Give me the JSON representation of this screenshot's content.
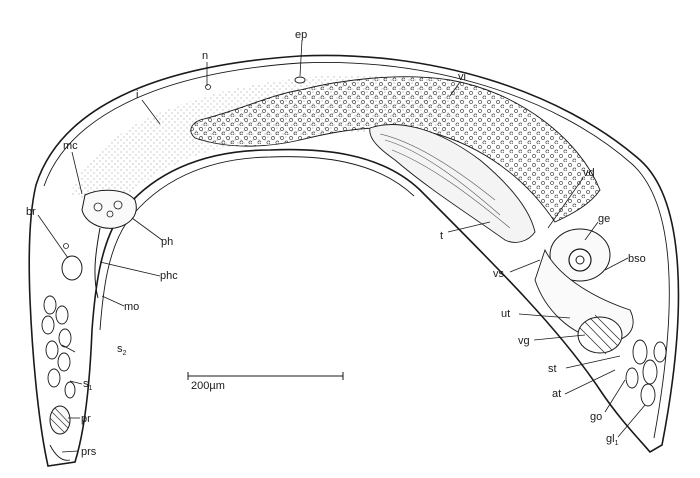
{
  "figure": {
    "scale_bar_label": "200µm",
    "labels": {
      "ep": "ep",
      "n": "n",
      "vi": "vi",
      "i": "i",
      "mc": "mc",
      "vd": "vd",
      "br": "br",
      "ph": "ph",
      "t": "t",
      "ge": "ge",
      "phc": "phc",
      "vs": "vs",
      "bso": "bso",
      "mo": "mo",
      "ut": "ut",
      "s2_base": "s",
      "s2_sub": "2",
      "vg": "vg",
      "s1_base": "s",
      "s1_sub": "1",
      "st": "st",
      "at": "at",
      "pr": "pr",
      "go": "go",
      "gl1_base": "gl",
      "gl1_sub": "1",
      "prs": "prs"
    }
  }
}
